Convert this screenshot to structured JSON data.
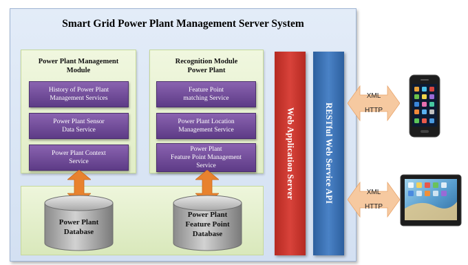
{
  "system_title": "Smart Grid Power Plant Management Server System",
  "module_left": {
    "title": "Power Plant Management\nModule",
    "services": [
      "History of Power Plant\nManagement Services",
      "Power Plant Sensor\nData Service",
      "Power Plant Context\nService"
    ],
    "database": "Power Plant\nDatabase"
  },
  "module_right": {
    "title": "Recognition Module\nPower Plant",
    "services": [
      "Feature Point\nmatching Service",
      "Power Plant Location\nManagement Service",
      "Power Plant\nFeature Point Management\nService"
    ],
    "database": "Power Plant\nFeature Point\nDatabase"
  },
  "web_app_server": "Web Application Server",
  "restful_api": "RESTful Web Service API",
  "connections": [
    {
      "top": "XML",
      "bottom": "HTTP"
    },
    {
      "top": "XML",
      "bottom": "HTTP"
    }
  ],
  "colors": {
    "service_purple": "#6b479a",
    "web_server_red": "#c8342d",
    "restful_blue": "#3b72b8",
    "arrow_orange": "#e8822e",
    "module_green": "#e9f2d3",
    "outer_blue": "#dbe6f5"
  },
  "icons": [
    "smartphone-icon",
    "tablet-icon"
  ]
}
